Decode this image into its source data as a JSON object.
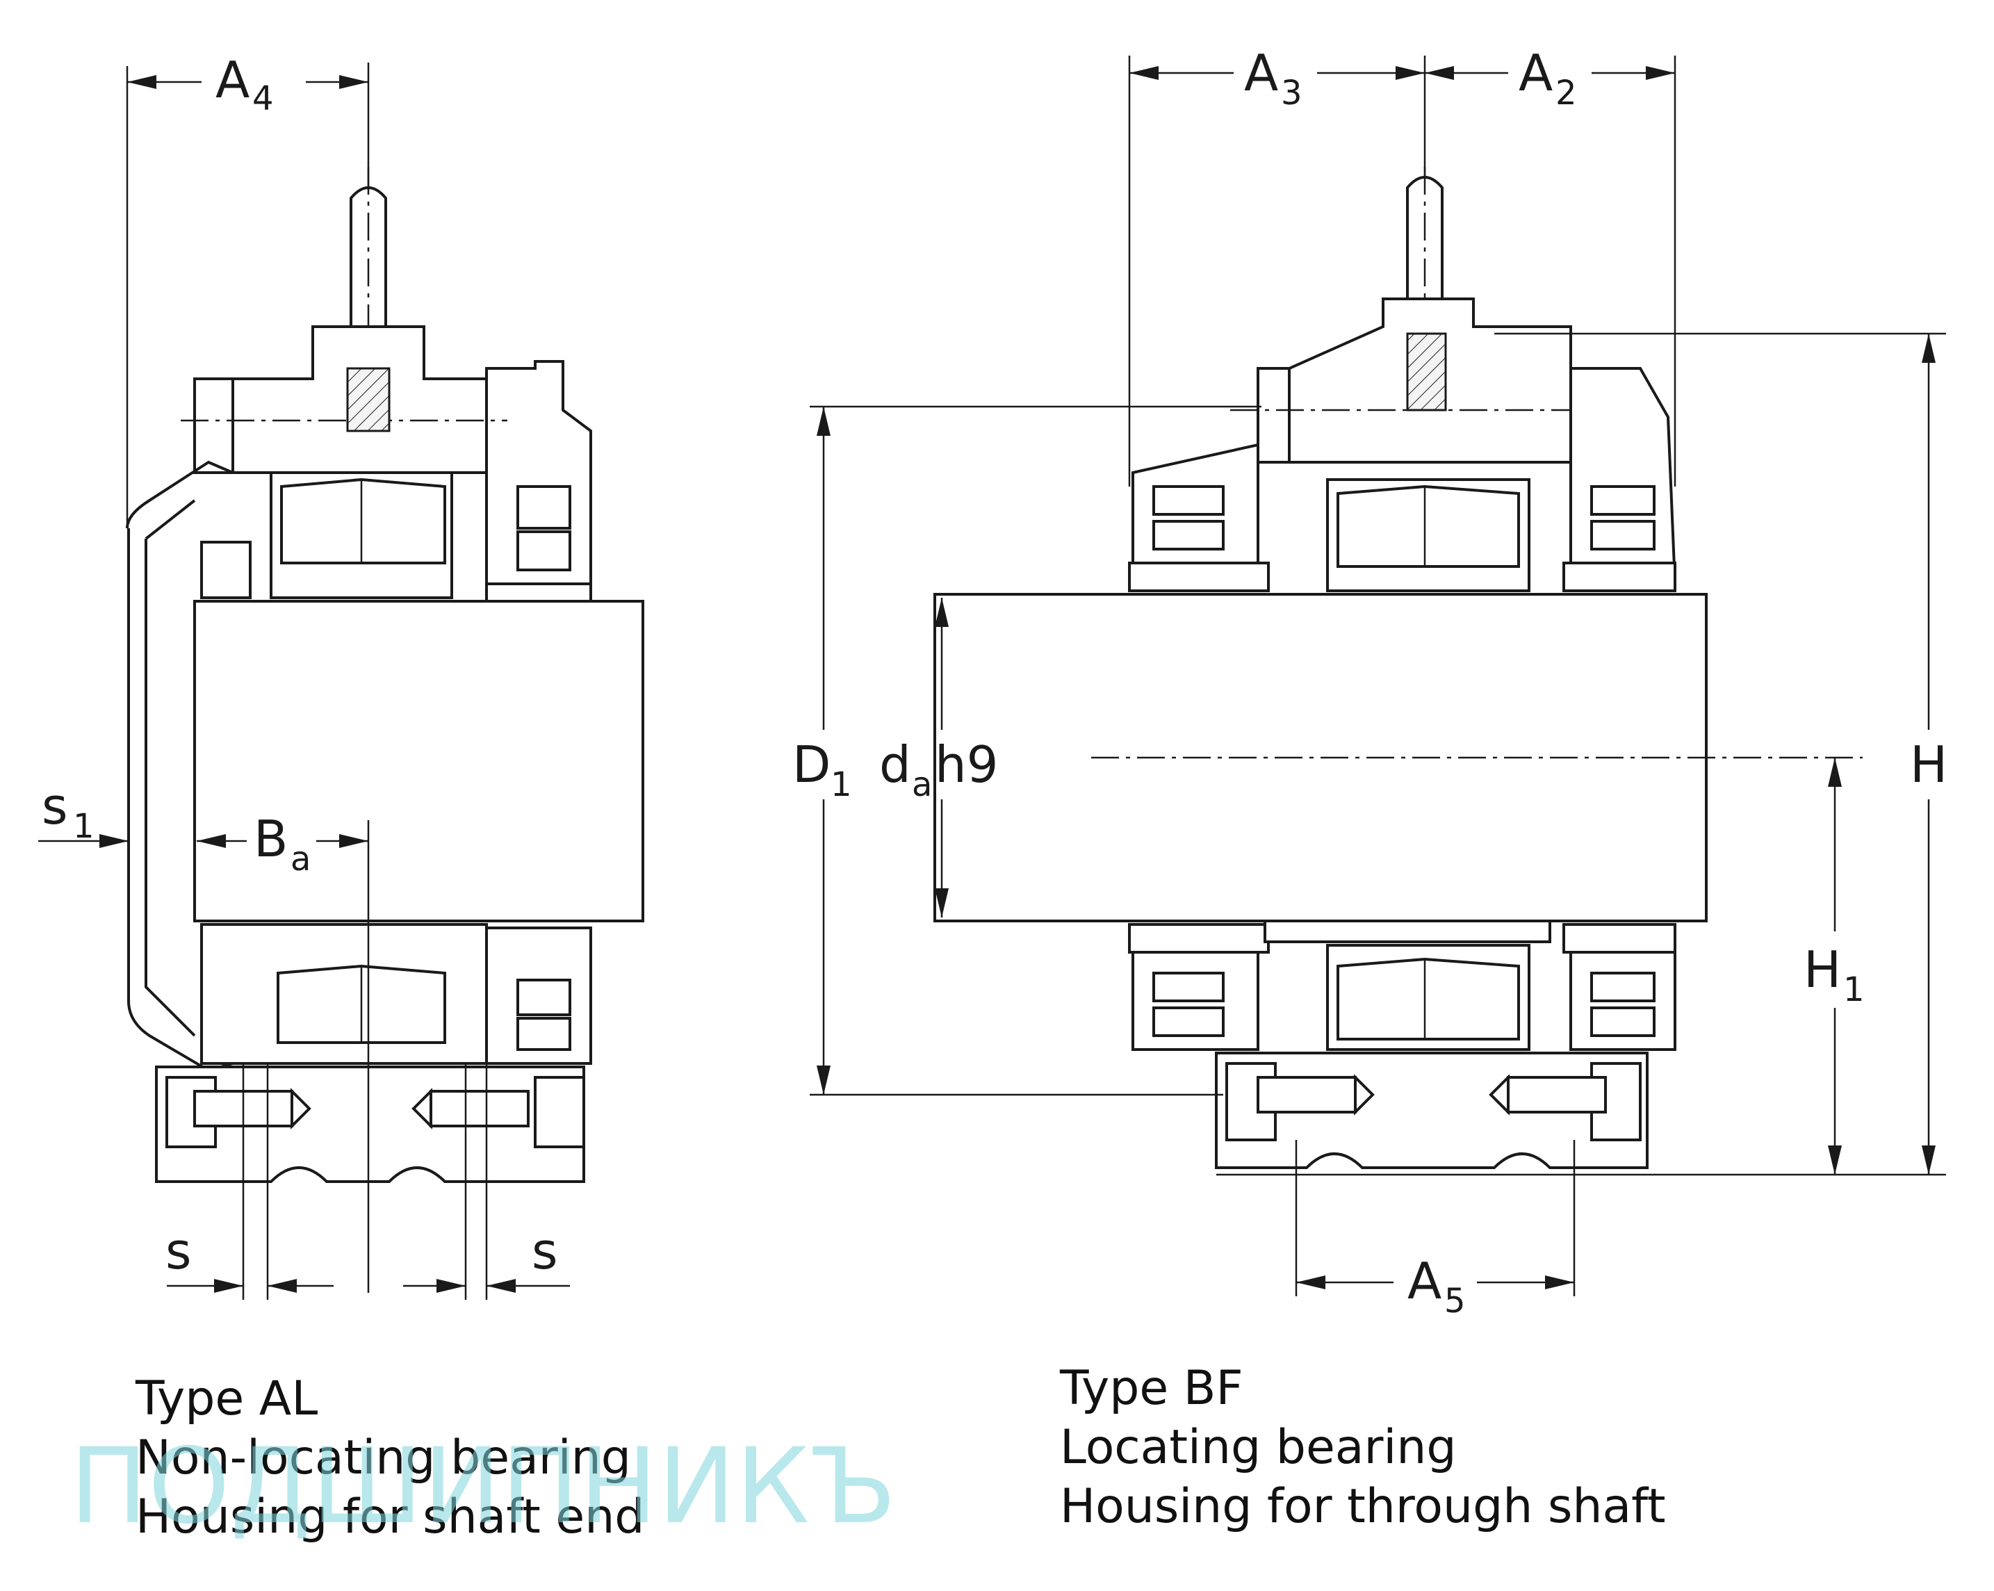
{
  "dimensions": {
    "A4": "A4",
    "A3": "A3",
    "A2": "A2",
    "A5": "A5",
    "s1": "s1",
    "Ba": "Ba",
    "s_left": "s",
    "s_right": "s",
    "D1": "D1",
    "da": "dah9",
    "H": "H",
    "H1": "H1"
  },
  "labels": {
    "A4_main": "A",
    "A4_sub": "4",
    "A3_main": "A",
    "A3_sub": "3",
    "A2_main": "A",
    "A2_sub": "2",
    "A5_main": "A",
    "A5_sub": "5",
    "s1_main": "s",
    "s1_sub": "1",
    "Ba_main": "B",
    "Ba_sub": "a",
    "s_left": "s",
    "s_right": "s",
    "D1_main": "D",
    "D1_sub": "1",
    "da_main": "d",
    "da_sub": "a",
    "da_tol": "h9",
    "H": "H",
    "H1_main": "H",
    "H1_sub": "1"
  },
  "captions": {
    "left": {
      "type": "Type AL",
      "line1": "Non-locating bearing",
      "line2": "Housing for shaft end"
    },
    "right": {
      "type": "Type BF",
      "line1": "Locating bearing",
      "line2": "Housing for through shaft"
    }
  },
  "watermark": "ПОДШИПНИКЪ",
  "colors": {
    "line": "#1a1a1a",
    "watermark": "#7fd6dc"
  }
}
